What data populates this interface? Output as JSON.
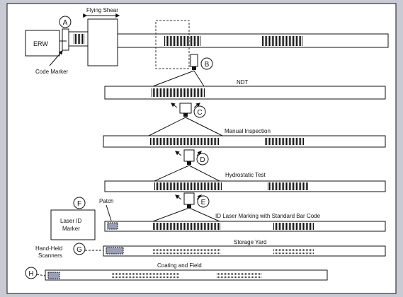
{
  "diagram": {
    "erw": "ERW",
    "code_marker": "Code Marker",
    "flying_shear": "Flying Shear",
    "stages": {
      "ndt": "NDT",
      "manual": "Manual Inspection",
      "hydro": "Hydrostatic Test",
      "laser_marking": "ID Laser Marking with Standard Bar Code",
      "storage": "Storage Yard",
      "coating": "Coating and Field"
    },
    "patch": "Patch",
    "laser_marker": {
      "line1": "Laser ID",
      "line2": "Marker"
    },
    "hand_held": {
      "line1": "Hand-Held",
      "line2": "Scanners"
    },
    "markers": {
      "a": "A",
      "b": "B",
      "c": "C",
      "d": "D",
      "e": "E",
      "f": "F",
      "g": "G",
      "h": "H"
    }
  },
  "colors": {
    "frame_bg": "#ffffff",
    "page_bg": "#c9cbd4",
    "stroke": "#111111",
    "patch": "#9aa0b8"
  },
  "icons": [
    "sensor-icon",
    "arrow-icon"
  ]
}
